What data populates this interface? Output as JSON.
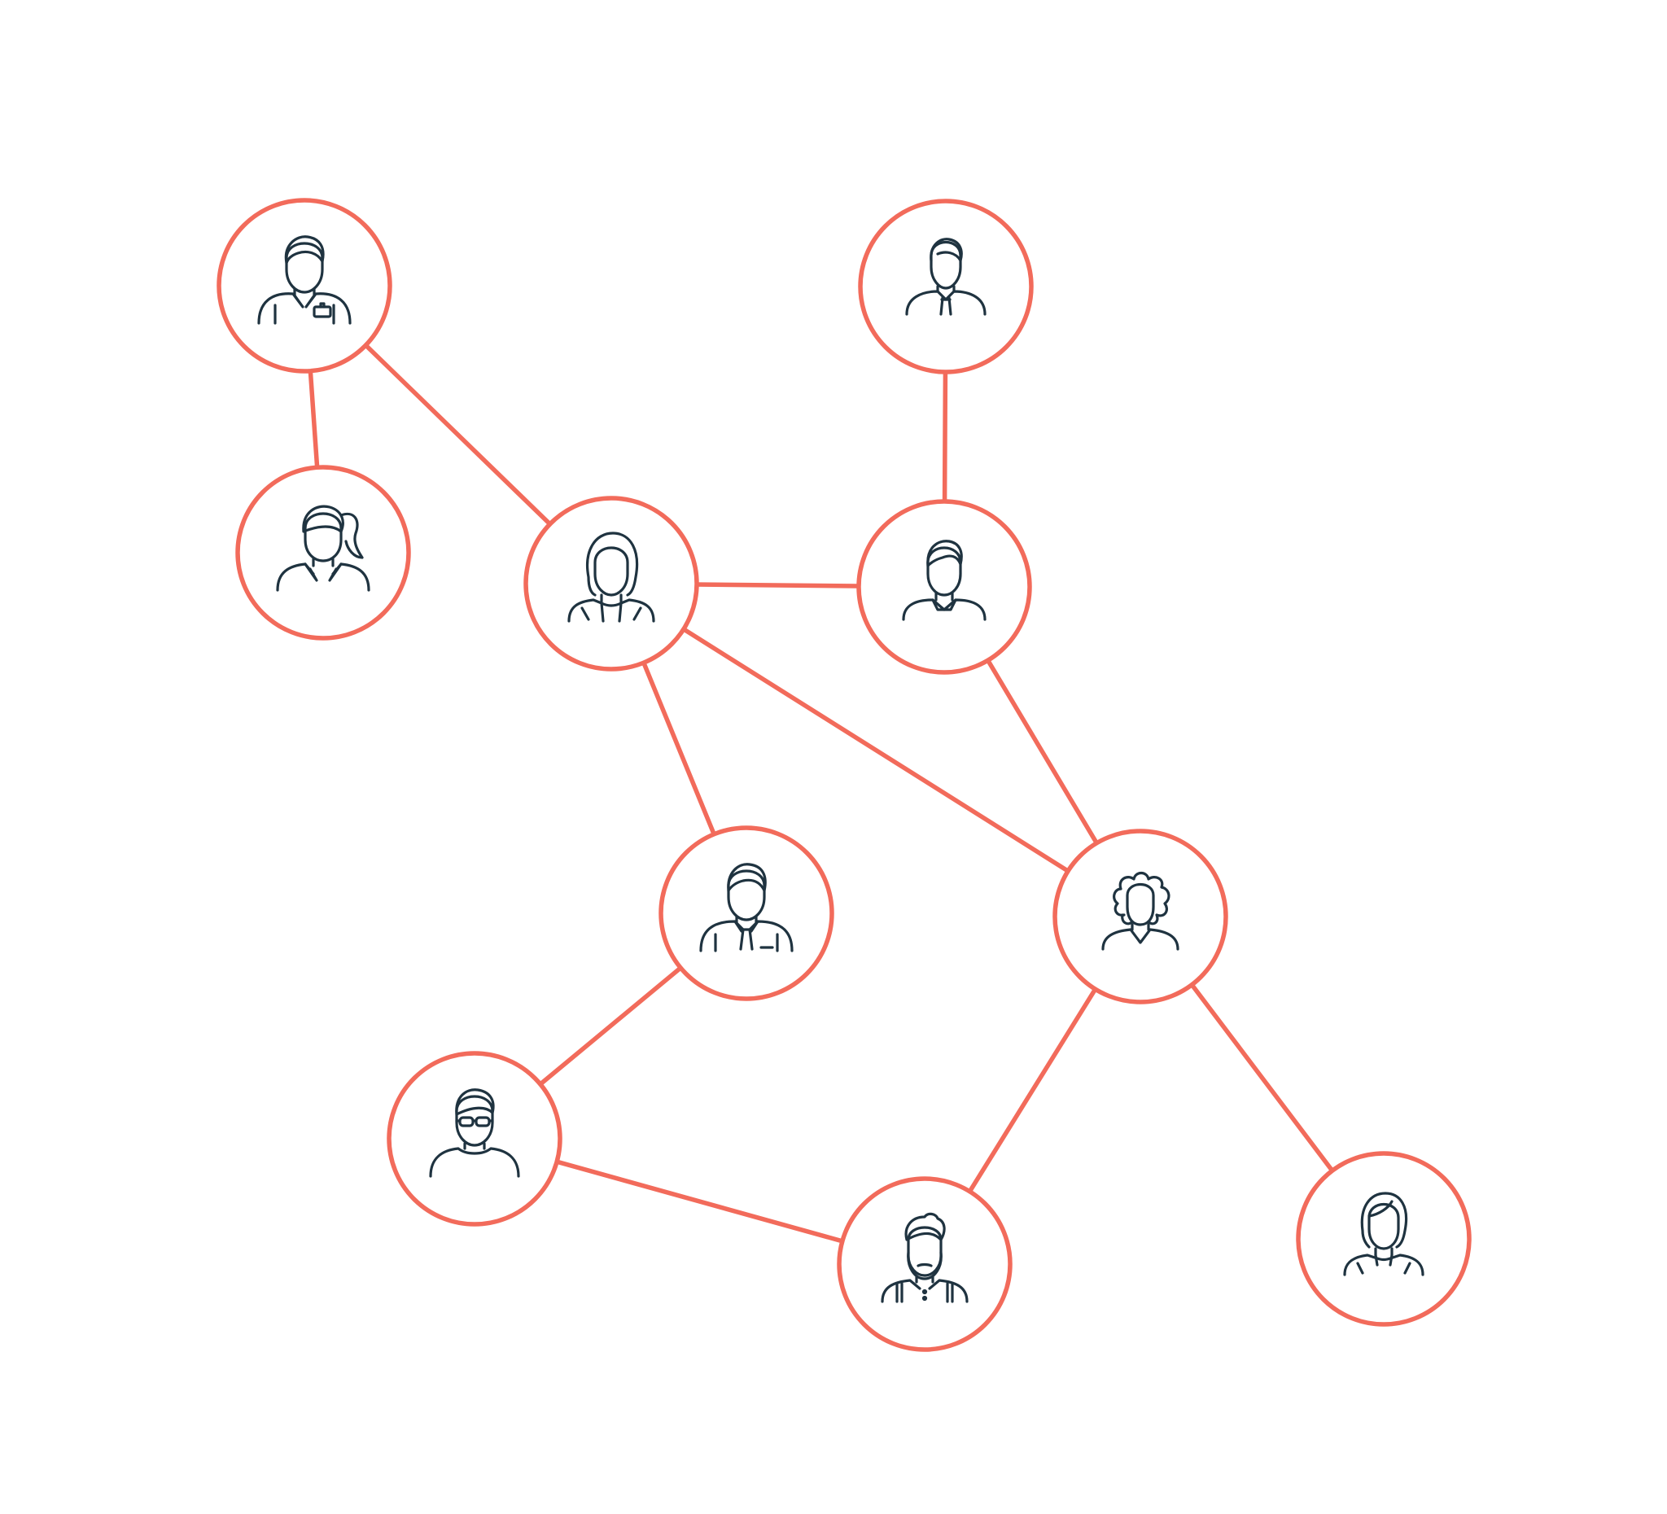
{
  "colors": {
    "background": "#ffffff",
    "accent": "#f26b5b",
    "icon_stroke": "#1f3340"
  },
  "nodes": [
    {
      "id": "n1",
      "icon": "man-with-badge-icon"
    },
    {
      "id": "n2",
      "icon": "man-with-tie-icon"
    },
    {
      "id": "n3",
      "icon": "woman-with-ponytail-icon"
    },
    {
      "id": "n4",
      "icon": "woman-with-bob-hair-icon"
    },
    {
      "id": "n5",
      "icon": "man-with-collar-icon"
    },
    {
      "id": "n6",
      "icon": "man-in-suit-icon"
    },
    {
      "id": "n7",
      "icon": "woman-with-curly-hair-icon"
    },
    {
      "id": "n8",
      "icon": "man-with-glasses-icon"
    },
    {
      "id": "n9",
      "icon": "bearded-man-icon"
    },
    {
      "id": "n10",
      "icon": "woman-with-short-hair-icon"
    }
  ],
  "edges": [
    [
      "n1",
      "n3"
    ],
    [
      "n1",
      "n4"
    ],
    [
      "n2",
      "n5"
    ],
    [
      "n4",
      "n5"
    ],
    [
      "n4",
      "n6"
    ],
    [
      "n4",
      "n7"
    ],
    [
      "n5",
      "n7"
    ],
    [
      "n6",
      "n8"
    ],
    [
      "n8",
      "n9"
    ],
    [
      "n7",
      "n9"
    ],
    [
      "n7",
      "n10"
    ]
  ]
}
